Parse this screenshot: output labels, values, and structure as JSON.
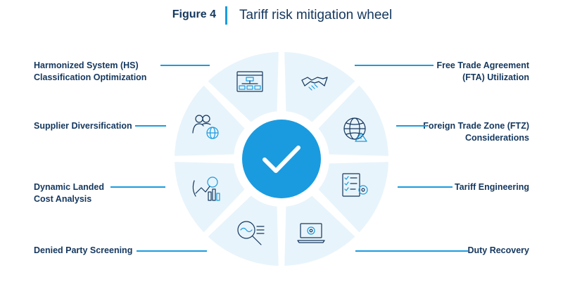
{
  "header": {
    "figure_label": "Figure 4",
    "title": "Tariff risk mitigation wheel"
  },
  "colors": {
    "accent": "#1a9be0",
    "text": "#14375e",
    "segment_fill": "#e8f4fb",
    "hub": "#1a9be0"
  },
  "labels": {
    "hs_line1": "Harmonized System (HS)",
    "hs_line2": "Classification Optimization",
    "supplier": "Supplier Diversification",
    "landed_line1": "Dynamic Landed",
    "landed_line2": "Cost Analysis",
    "denied": "Denied Party Screening",
    "fta_line1": "Free Trade Agreement",
    "fta_line2": "(FTA) Utilization",
    "ftz_line1": "Foreign Trade Zone (FTZ)",
    "ftz_line2": "Considerations",
    "engineering": "Tariff Engineering",
    "duty": "Duty Recovery"
  },
  "icons": {
    "hub": "checkmark-icon",
    "hs": "hierarchy-screen-icon",
    "fta": "handshake-icon",
    "ftz": "globe-warning-icon",
    "engineering": "checklist-gear-icon",
    "duty": "laptop-gear-icon",
    "denied": "magnifier-icon",
    "landed": "dollar-chart-icon",
    "supplier": "people-globe-icon"
  }
}
